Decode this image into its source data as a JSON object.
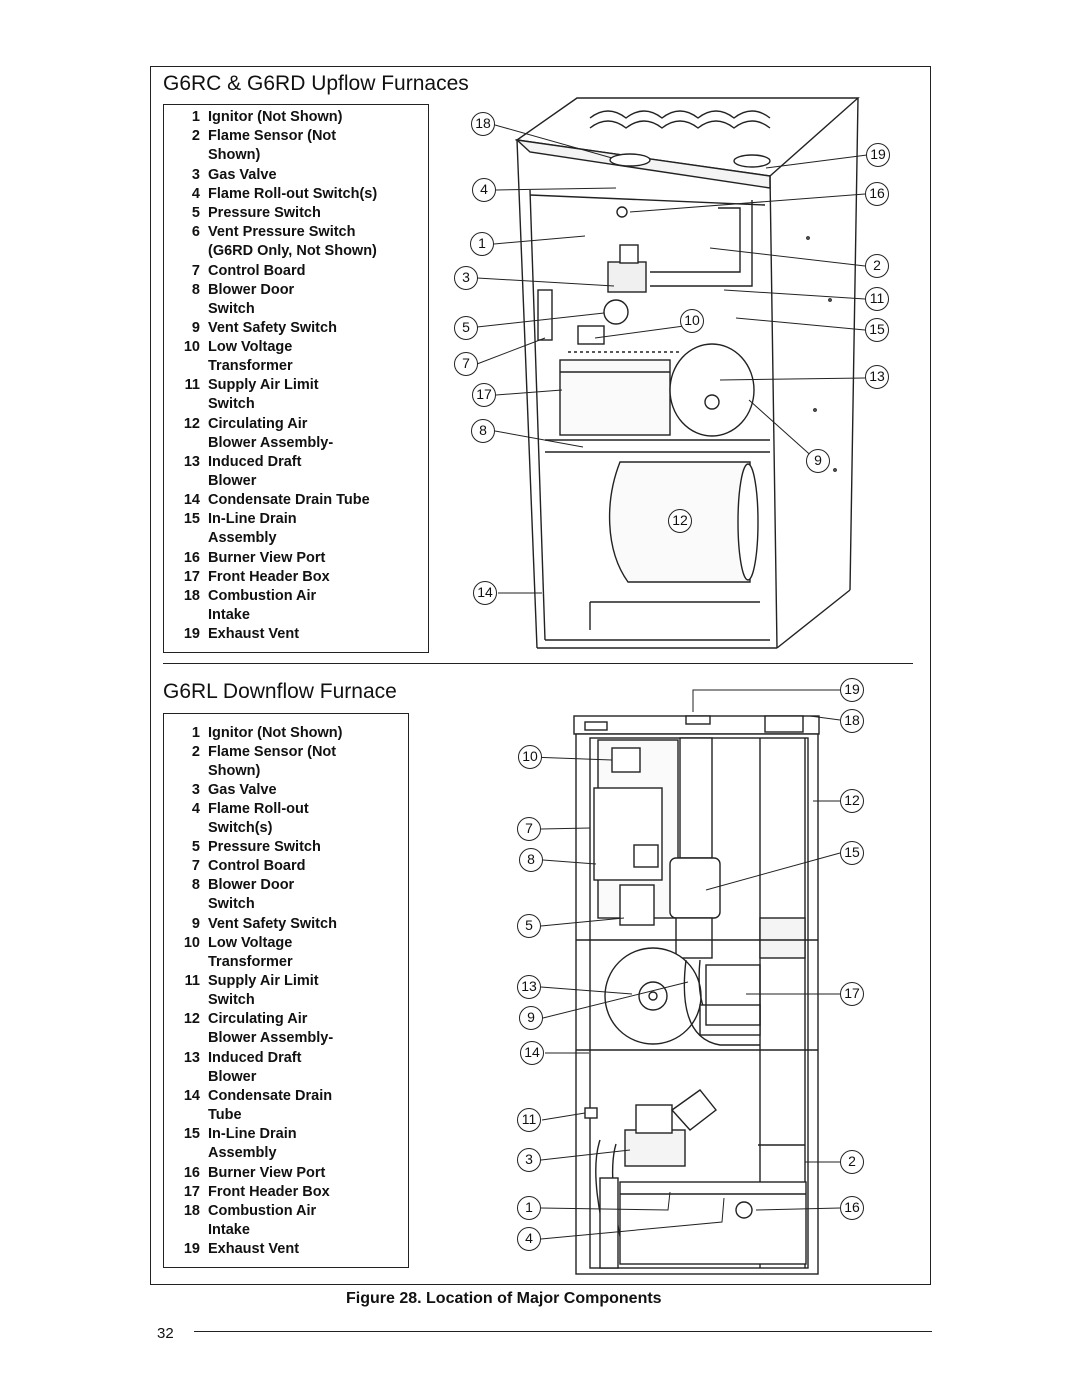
{
  "upflow": {
    "title": "G6RC & G6RD Upflow Furnaces",
    "legend": [
      {
        "num": "1",
        "text": "Ignitor (Not Shown)"
      },
      {
        "num": "2",
        "text": "Flame Sensor (Not Shown)"
      },
      {
        "num": "3",
        "text": "Gas Valve"
      },
      {
        "num": "4",
        "text": "Flame Roll-out Switch(s)"
      },
      {
        "num": "5",
        "text": "Pressure Switch"
      },
      {
        "num": "6",
        "text": "Vent Pressure Switch (G6RD Only, Not Shown)"
      },
      {
        "num": "7",
        "text": "Control Board"
      },
      {
        "num": "8",
        "text": "Blower Door Switch"
      },
      {
        "num": "9",
        "text": "Vent Safety Switch"
      },
      {
        "num": "10",
        "text": "Low Voltage Transformer"
      },
      {
        "num": "11",
        "text": "Supply Air Limit Switch"
      },
      {
        "num": "12",
        "text": "Circulating Air Blower Assembly-"
      },
      {
        "num": "13",
        "text": "Induced Draft Blower"
      },
      {
        "num": "14",
        "text": "Condensate Drain Tube"
      },
      {
        "num": "15",
        "text": "In-Line Drain Assembly"
      },
      {
        "num": "16",
        "text": "Burner View Port"
      },
      {
        "num": "17",
        "text": "Front Header Box"
      },
      {
        "num": "18",
        "text": "Combustion Air Intake"
      },
      {
        "num": "19",
        "text": "Exhaust Vent"
      }
    ],
    "callouts": [
      "18",
      "19",
      "4",
      "16",
      "1",
      "2",
      "3",
      "11",
      "5",
      "10",
      "15",
      "7",
      "13",
      "17",
      "8",
      "9",
      "12",
      "14"
    ]
  },
  "downflow": {
    "title": "G6RL Downflow Furnace",
    "legend": [
      {
        "num": "1",
        "text": "Ignitor (Not Shown)"
      },
      {
        "num": "2",
        "text": "Flame Sensor (Not Shown)"
      },
      {
        "num": "3",
        "text": "Gas Valve"
      },
      {
        "num": "4",
        "text": "Flame Roll-out Switch(s)"
      },
      {
        "num": "5",
        "text": "Pressure Switch"
      },
      {
        "num": "7",
        "text": "Control Board"
      },
      {
        "num": "8",
        "text": "Blower Door Switch"
      },
      {
        "num": "9",
        "text": "Vent Safety Switch"
      },
      {
        "num": "10",
        "text": "Low Voltage Transformer"
      },
      {
        "num": "11",
        "text": "Supply Air Limit Switch"
      },
      {
        "num": "12",
        "text": "Circulating Air Blower Assembly-"
      },
      {
        "num": "13",
        "text": "Induced Draft Blower"
      },
      {
        "num": "14",
        "text": "Condensate Drain Tube"
      },
      {
        "num": "15",
        "text": "In-Line Drain Assembly"
      },
      {
        "num": "16",
        "text": "Burner View Port"
      },
      {
        "num": "17",
        "text": "Front Header Box"
      },
      {
        "num": "18",
        "text": "Combustion Air Intake"
      },
      {
        "num": "19",
        "text": "Exhaust Vent"
      }
    ],
    "callouts": [
      "19",
      "18",
      "10",
      "12",
      "7",
      "8",
      "15",
      "5",
      "13",
      "17",
      "9",
      "14",
      "11",
      "3",
      "2",
      "1",
      "16",
      "4"
    ]
  },
  "caption": "Figure 28.  Location of Major Components",
  "page_number": "32"
}
